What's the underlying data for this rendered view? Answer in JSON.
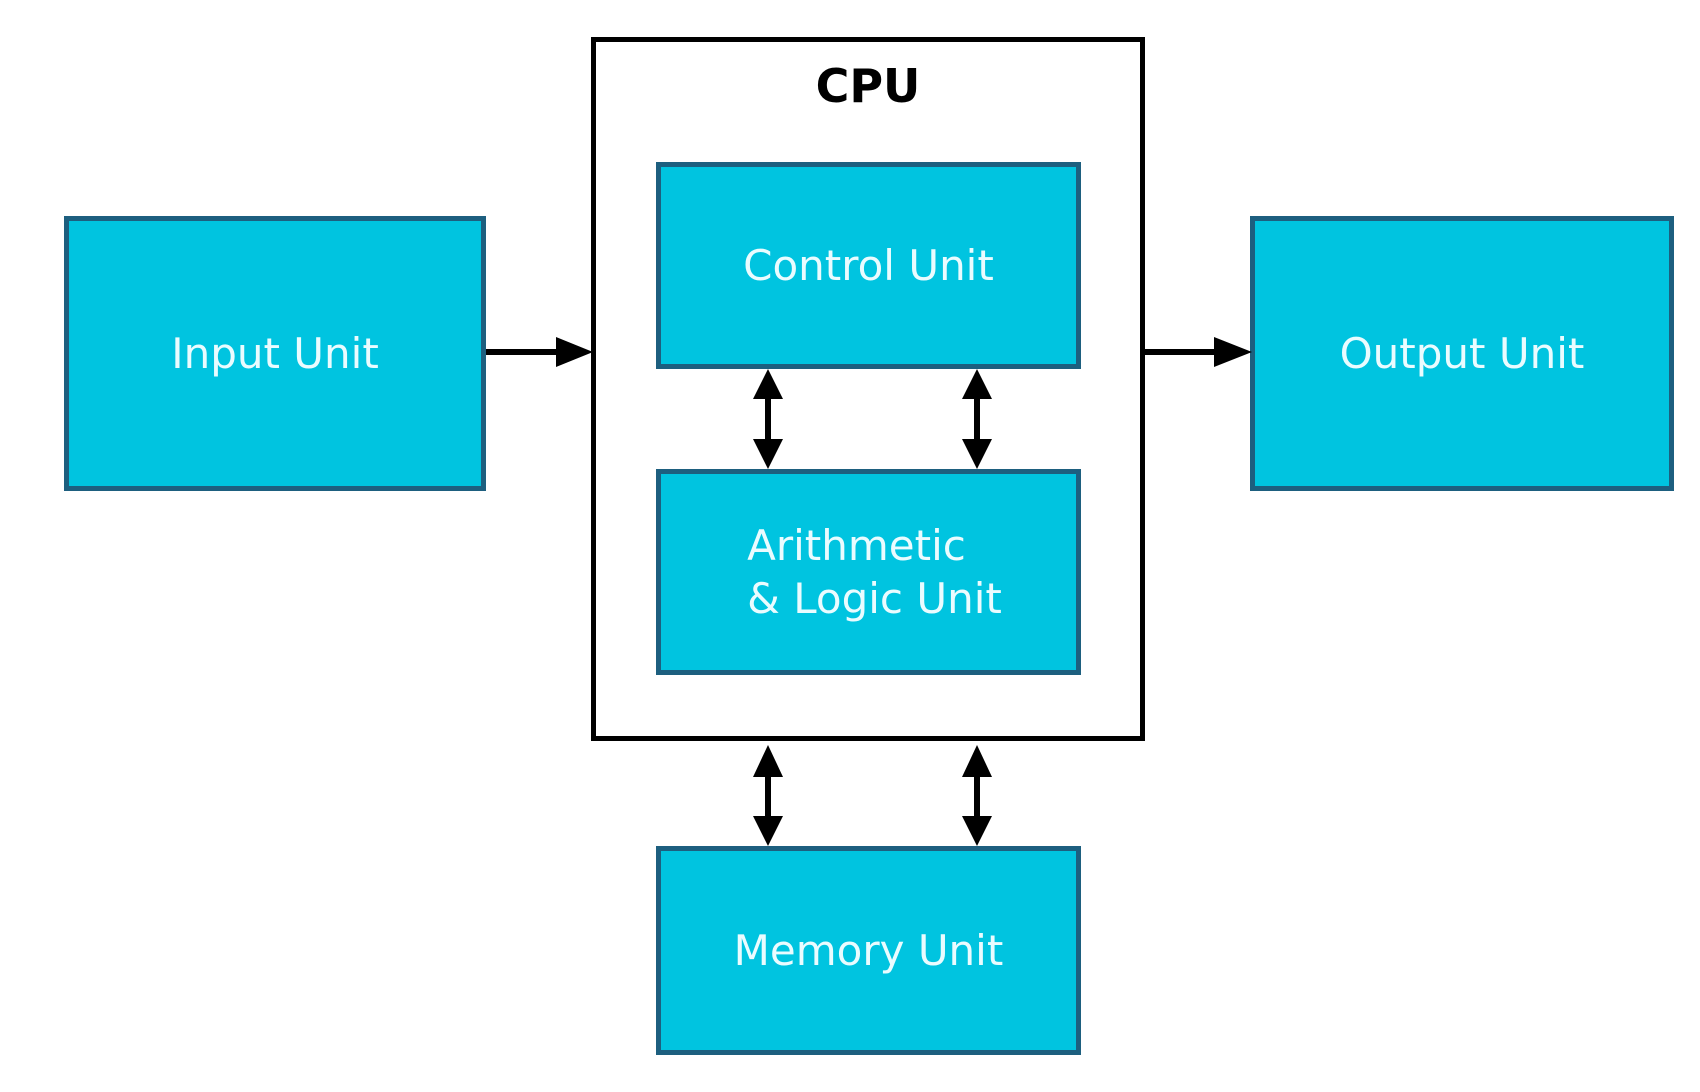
{
  "diagram": {
    "cpu": {
      "label": "CPU"
    },
    "input_unit": {
      "label": "Input Unit"
    },
    "output_unit": {
      "label": "Output Unit"
    },
    "control_unit": {
      "label": "Control Unit"
    },
    "alu": {
      "label_line1": "Arithmetic",
      "label_line2": "& Logic Unit"
    },
    "memory_unit": {
      "label": "Memory Unit"
    },
    "connections": [
      {
        "from": "input_unit",
        "to": "cpu",
        "direction": "one-way"
      },
      {
        "from": "cpu",
        "to": "output_unit",
        "direction": "one-way"
      },
      {
        "from": "control_unit",
        "to": "alu",
        "direction": "two-way",
        "count": 2
      },
      {
        "from": "cpu",
        "to": "memory_unit",
        "direction": "two-way",
        "count": 2
      }
    ]
  },
  "colors": {
    "unit_fill": "#00c4e0",
    "unit_border": "#1d5f7f",
    "unit_text": "#eafcff",
    "cpu_border": "#000000",
    "arrow": "#000000"
  }
}
